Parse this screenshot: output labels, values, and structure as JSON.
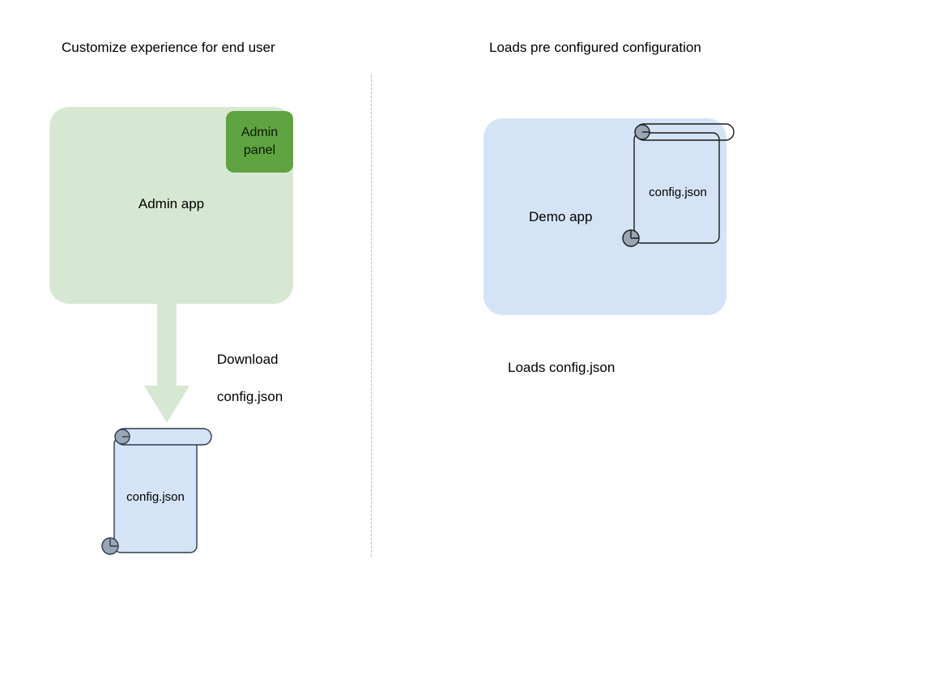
{
  "diagram": {
    "columns": {
      "left_title": "Customize experience for end user",
      "right_title": "Loads pre configured configuration"
    },
    "left_flow": {
      "app_box": {
        "label": "Admin app",
        "fill": "#d7e8d2"
      },
      "panel_box": {
        "label_line1": "Admin",
        "label_line2": "panel",
        "fill": "#60a341"
      },
      "arrow": {
        "label_line1": "Download",
        "label_line2": "config.json",
        "fill": "#d7e8d2",
        "direction": "down"
      },
      "file": {
        "label": "config.json",
        "fill": "#d5e3f6",
        "stroke": "#2d3a52",
        "curl_fill": "#9aa6b4"
      }
    },
    "right_flow": {
      "app_box": {
        "label": "Demo app",
        "fill": "#d5e3f6"
      },
      "file": {
        "label": "config.json",
        "fill": "none",
        "stroke": "#1a1a1a",
        "curl_fill": "#9aa6b4"
      },
      "caption": "Loads config.json"
    },
    "divider": {
      "style": "dashed",
      "color": "#b3b3b3"
    }
  }
}
